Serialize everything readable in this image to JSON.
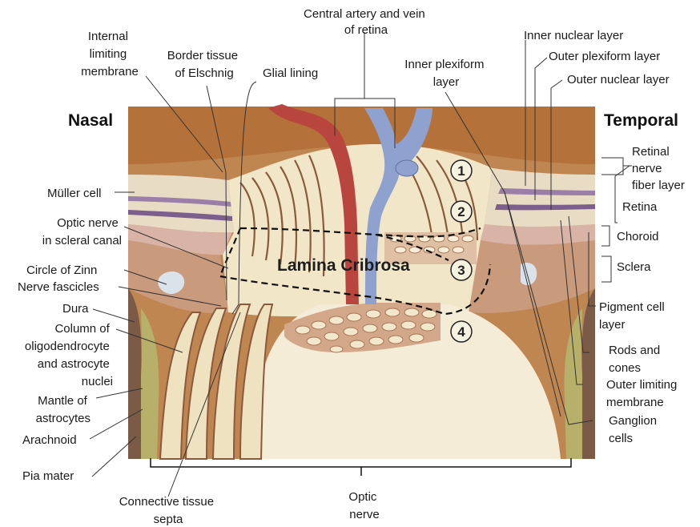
{
  "sides": {
    "left": "Nasal",
    "right": "Temporal"
  },
  "center_label": "Lamina Cribrosa",
  "region_numbers": [
    "1",
    "2",
    "3",
    "4"
  ],
  "labels": {
    "central_artery_vein": [
      "Central artery and vein",
      "of retina"
    ],
    "internal_limiting_membrane": [
      "Internal",
      "limiting",
      "membrane"
    ],
    "border_tissue": [
      "Border tissue",
      "of Elschnig"
    ],
    "glial_lining": [
      "Glial lining"
    ],
    "inner_plexiform_layer": [
      "Inner plexiform",
      "layer"
    ],
    "inner_nuclear_layer": [
      "Inner nuclear layer"
    ],
    "outer_plexiform_layer": [
      "Outer plexiform layer"
    ],
    "outer_nuclear_layer": [
      "Outer nuclear layer"
    ],
    "muller_cell": [
      "Müller cell"
    ],
    "optic_nerve_scleral": [
      "Optic nerve",
      "in scleral canal"
    ],
    "circle_of_zinn": [
      "Circle of Zinn"
    ],
    "nerve_fascicles": [
      "Nerve fascicles"
    ],
    "dura": [
      "Dura"
    ],
    "column_oligodendrocyte": [
      "Column of",
      "oligodendrocyte",
      "and astrocyte",
      "nuclei"
    ],
    "mantle_astrocytes": [
      "Mantle of",
      "astrocytes"
    ],
    "arachnoid": [
      "Arachnoid"
    ],
    "pia_mater": [
      "Pia mater"
    ],
    "connective_tissue_septa": [
      "Connective tissue",
      "septa"
    ],
    "optic_nerve": [
      "Optic",
      "nerve"
    ],
    "retinal_nerve_fiber_layer": [
      "Retinal",
      "nerve",
      "fiber layer"
    ],
    "retina": [
      "Retina"
    ],
    "choroid": [
      "Choroid"
    ],
    "sclera": [
      "Sclera"
    ],
    "pigment_cell_layer": [
      "Pigment cell",
      "layer"
    ],
    "rods_and_cones": [
      "Rods and",
      "cones"
    ],
    "outer_limiting_membrane": [
      "Outer limiting",
      "membrane"
    ],
    "ganglion_cells": [
      "Ganglion",
      "cells"
    ]
  },
  "colors": {
    "vitreous_brown": "#b8763c",
    "nerve_cream": "#f1e6c8",
    "artery_red": "#b8463e",
    "vein_blue": "#8ea1cf",
    "sclera_tan": "#c99a7c",
    "choroid_pink": "#d9b3a5",
    "retina_purple": "#9b7fa8",
    "dura_olive": "#b7b06a"
  }
}
